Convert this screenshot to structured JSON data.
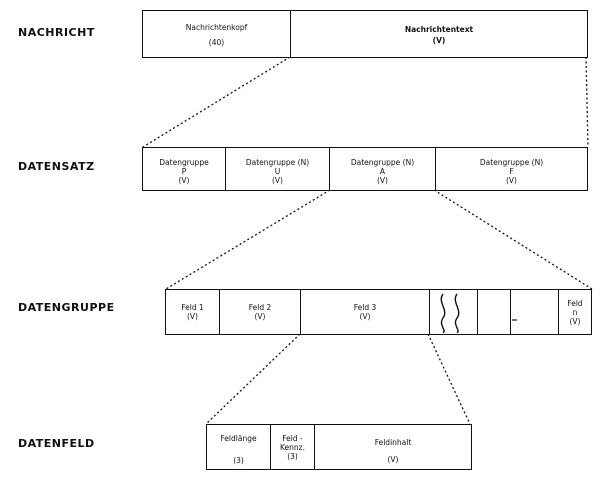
{
  "levels": {
    "nachricht": "NACHRICHT",
    "datensatz": "DATENSATZ",
    "datengruppe": "DATENGRUPPE",
    "datenfeld": "DATENFELD"
  },
  "nachricht": {
    "kopf": {
      "name": "Nachrichtenkopf",
      "size": "(40)"
    },
    "text": {
      "name": "Nachrichtentext",
      "size": "(V)"
    }
  },
  "datensatz": {
    "cells": [
      {
        "name": "Datengruppe",
        "code": "P",
        "size": "(V)"
      },
      {
        "name": "Datengruppe (N)",
        "code": "U",
        "size": "(V)"
      },
      {
        "name": "Datengruppe (N)",
        "code": "A",
        "size": "(V)"
      },
      {
        "name": "Datengruppe (N)",
        "code": "F",
        "size": "(V)"
      }
    ]
  },
  "datengruppe": {
    "cells": [
      {
        "name": "Feld 1",
        "size": "(V)"
      },
      {
        "name": "Feld 2",
        "size": "(V)"
      },
      {
        "name": "Feld 3",
        "size": "(V)"
      },
      {
        "name": "Feld",
        "code": "n",
        "size": "(V)"
      }
    ]
  },
  "datenfeld": {
    "cells": [
      {
        "name": "Feldlänge",
        "size": "(3)"
      },
      {
        "name": "Feld -",
        "name2": "Kennz.",
        "size": "(3)"
      },
      {
        "name": "Feldinhalt",
        "size": "(V)"
      }
    ]
  }
}
